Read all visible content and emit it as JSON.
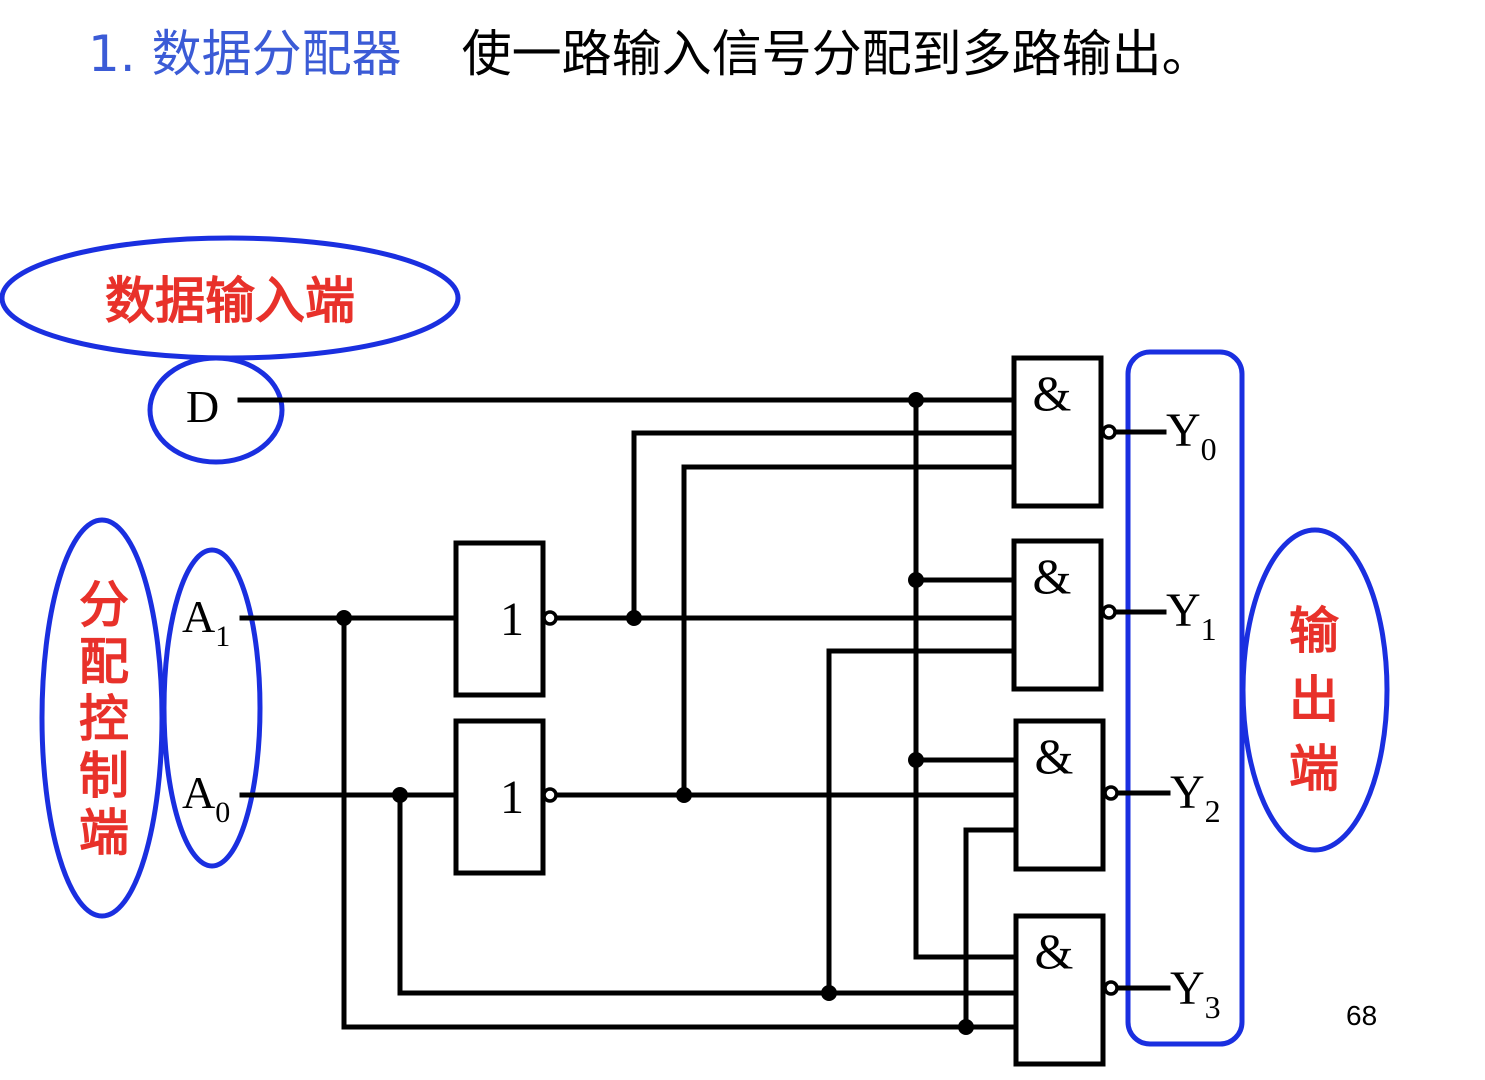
{
  "title": {
    "heading": "1. 数据分配器",
    "description": "使一路输入信号分配到多路输出。"
  },
  "labels": {
    "data_input": "数据输入端",
    "control_chars": [
      "分",
      "配",
      "控",
      "制",
      "端"
    ],
    "output_chars": [
      "输",
      "出",
      "端"
    ]
  },
  "signals": {
    "data": "D",
    "a1": {
      "base": "A",
      "sub": "1"
    },
    "a0": {
      "base": "A",
      "sub": "0"
    },
    "outputs": [
      {
        "base": "Y",
        "sub": "0"
      },
      {
        "base": "Y",
        "sub": "1"
      },
      {
        "base": "Y",
        "sub": "2"
      },
      {
        "base": "Y",
        "sub": "3"
      }
    ]
  },
  "gates": {
    "not_label": "1",
    "and_label": "&"
  },
  "page_number": "68",
  "colors": {
    "title_blue": "#3b5bd6",
    "label_red": "#e8312a",
    "ellipse_blue": "#1a2fe0",
    "wire": "#000000"
  }
}
